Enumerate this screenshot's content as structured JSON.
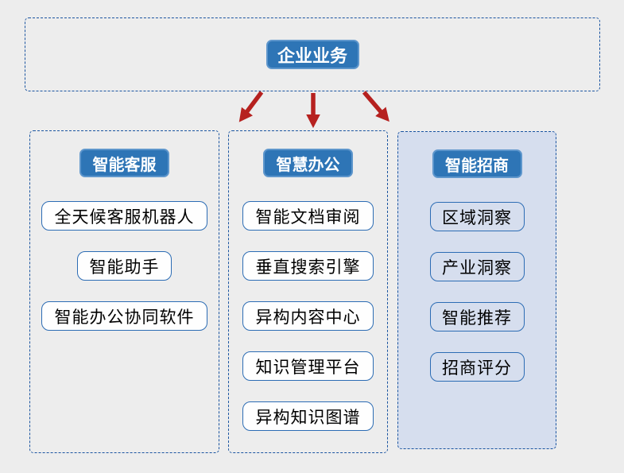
{
  "root": {
    "label": "企业业务"
  },
  "columns": [
    {
      "header": "智能客服",
      "items": [
        "全天候客服机器人",
        "智能助手",
        "智能办公协同软件"
      ]
    },
    {
      "header": "智慧办公",
      "items": [
        "智能文档审阅",
        "垂直搜索引擎",
        "异构内容中心",
        "知识管理平台",
        "异构知识图谱"
      ]
    },
    {
      "header": "智能招商",
      "items": [
        "区域洞察",
        "产业洞察",
        "智能推荐",
        "招商评分"
      ]
    }
  ],
  "colors": {
    "background": "#ededed",
    "node_blue_fill": "#2e75b6",
    "node_blue_edge": "#5e96cc",
    "dashed_border_blue": "#1a54a0",
    "item_border_blue": "#2c6cb4",
    "item_fill": "#fefefe",
    "column3_fill": "#d6deee",
    "arrow_red": "#b6211f",
    "node_text": "#ffffff",
    "item_text": "#000000"
  }
}
